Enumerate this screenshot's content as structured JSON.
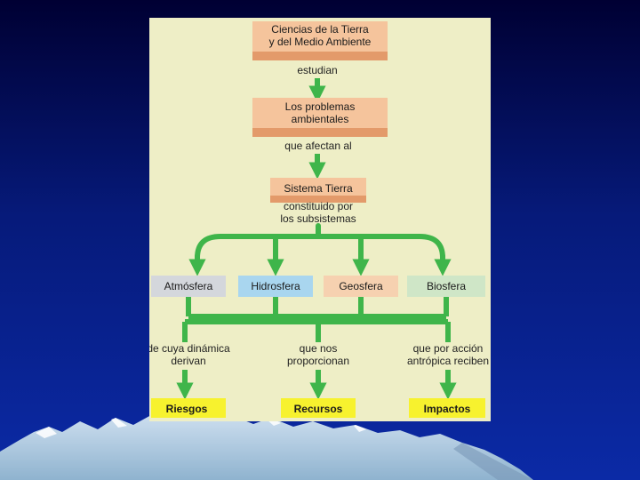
{
  "diagram": {
    "top_box": {
      "line1": "Ciencias de la Tierra",
      "line2": "y del Medio Ambiente"
    },
    "conn1": "estudian",
    "problems_box": {
      "line1": "Los problemas",
      "line2": "ambientales"
    },
    "conn2": "que afectan al",
    "system_box": "Sistema Tierra",
    "conn3": {
      "line1": "constituido por",
      "line2": "los subsistemas"
    },
    "subsystems": [
      "Atmósfera",
      "Hidrosfera",
      "Geosfera",
      "Biosfera"
    ],
    "branch_labels": [
      {
        "line1": "de cuya dinámica",
        "line2": "derivan"
      },
      {
        "line1": "que nos",
        "line2": "proporcionan"
      },
      {
        "line1": "que por acción",
        "line2": "antrópica reciben"
      }
    ],
    "outcomes": [
      "Riesgos",
      "Recursos",
      "Impactos"
    ],
    "colors": {
      "salmon_box": "#f5c49c",
      "atmosfera": "#d4d7dc",
      "hidrosfera": "#a9d6ef",
      "geosfera": "#f6d1b0",
      "biosfera": "#cfe6c7",
      "outcome_box": "#f7f22e",
      "arrow_green": "#3fb54a",
      "background_blue": "#061a7a",
      "panel": "#eeeec6"
    }
  }
}
